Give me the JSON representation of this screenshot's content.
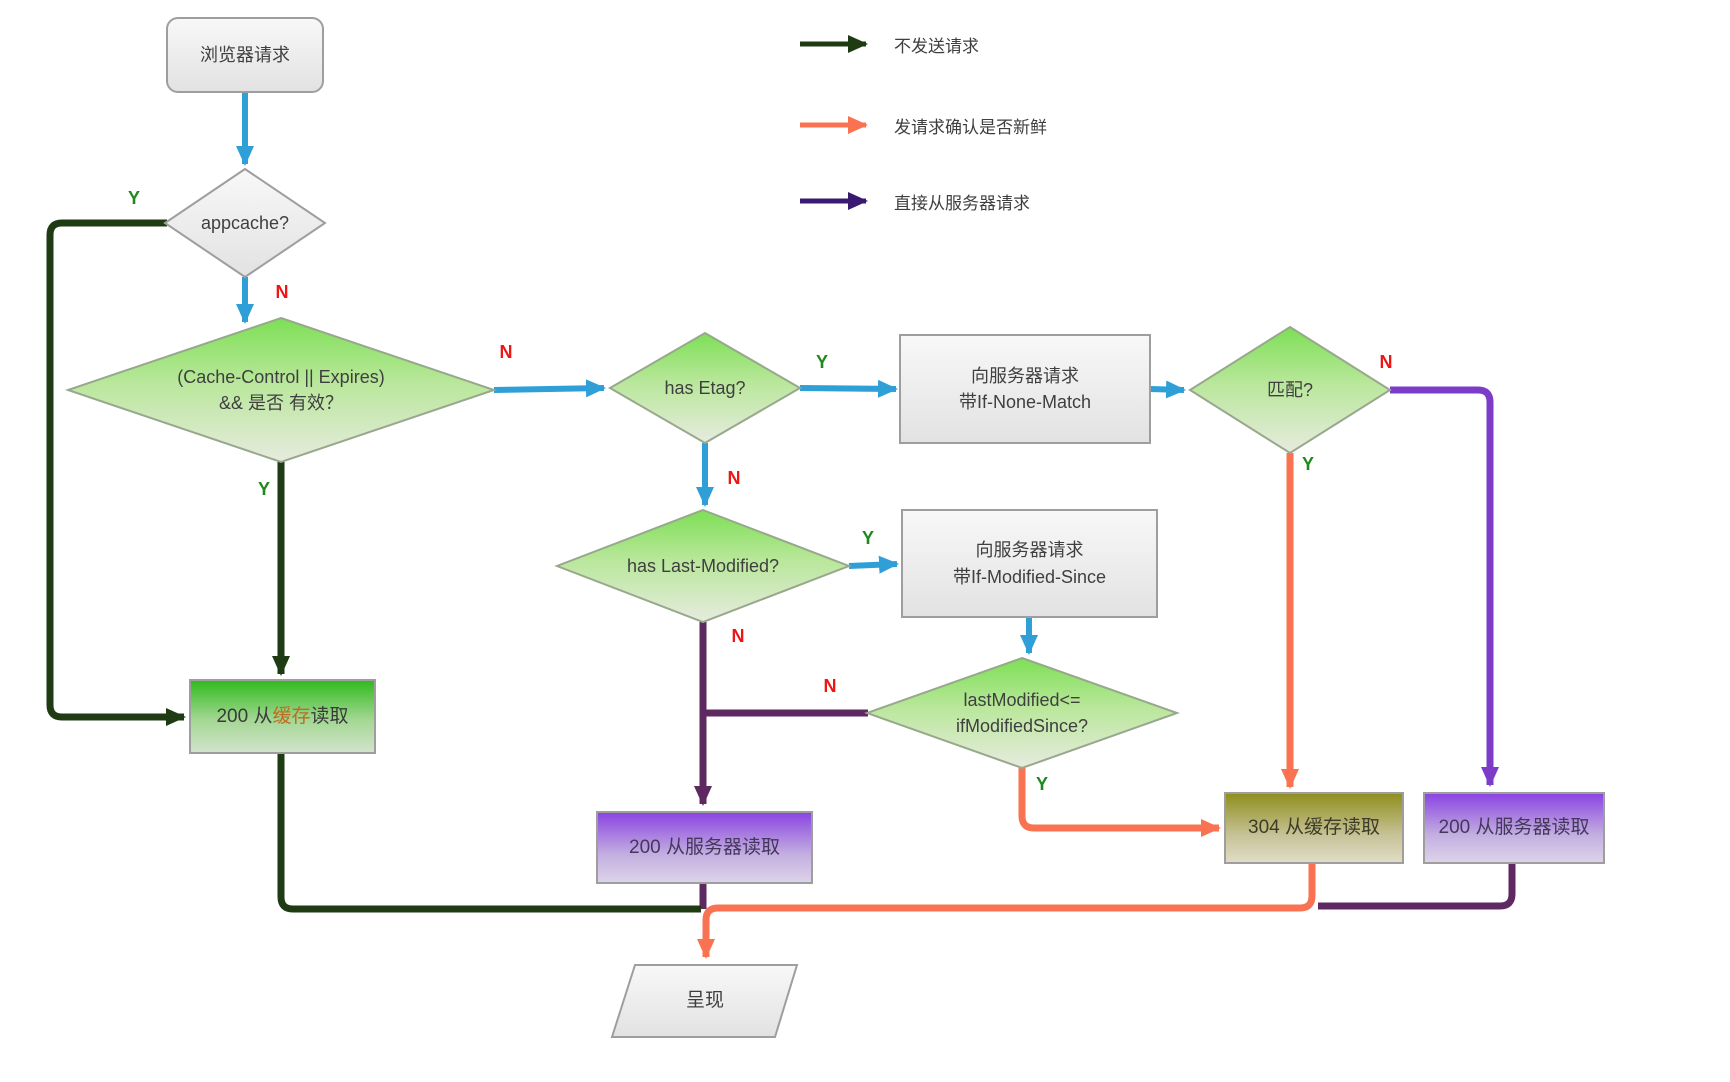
{
  "legend": {
    "items": [
      {
        "label": "不发送请求",
        "color": "#1e3b14"
      },
      {
        "label": "发请求确认是否新鲜",
        "color": "#f97352"
      },
      {
        "label": "直接从服务器请求",
        "color": "#3a1a70"
      }
    ]
  },
  "nodes": {
    "start": {
      "type": "terminal",
      "label": "浏览器请求"
    },
    "appcache": {
      "type": "decision",
      "label": "appcache?"
    },
    "cache_control": {
      "type": "decision",
      "line1": "(Cache-Control || Expires)",
      "line2": "&& 是否 有效？"
    },
    "has_etag": {
      "type": "decision",
      "label": "has Etag?"
    },
    "req_if_none_match": {
      "type": "process",
      "line1": "向服务器请求",
      "line2": "带If-None-Match"
    },
    "match": {
      "type": "decision",
      "label": "匹配?"
    },
    "has_last_modified": {
      "type": "decision",
      "label": "has Last-Modified?"
    },
    "req_if_modified_since": {
      "type": "process",
      "line1": "向服务器请求",
      "line2": "带If-Modified-Since"
    },
    "last_modified_compare": {
      "type": "decision",
      "line1": "lastModified<=",
      "line2": "ifModifiedSince?"
    },
    "read_cache_200": {
      "type": "result",
      "prefix": "200 从",
      "highlight": "缓存",
      "suffix": "读取",
      "highlight_color": "#bf6a1f"
    },
    "read_server_200_left": {
      "type": "result",
      "label": "200 从服务器读取"
    },
    "read_cache_304": {
      "type": "result",
      "label": "304 从缓存读取"
    },
    "read_server_200_right": {
      "type": "result",
      "label": "200 从服务器读取"
    },
    "render": {
      "type": "io",
      "label": "呈现"
    }
  },
  "edge_labels": {
    "yes": "Y",
    "no": "N",
    "yes_color": "#1e8a1e",
    "no_color": "#ef1515"
  },
  "colors": {
    "flow_blue": "#2f9fd8",
    "no_request_green": "#1e3b14",
    "confirm_fresh_orange": "#f97352",
    "direct_server_violet": "#7d3cc8",
    "server_plum": "#5e2960"
  }
}
